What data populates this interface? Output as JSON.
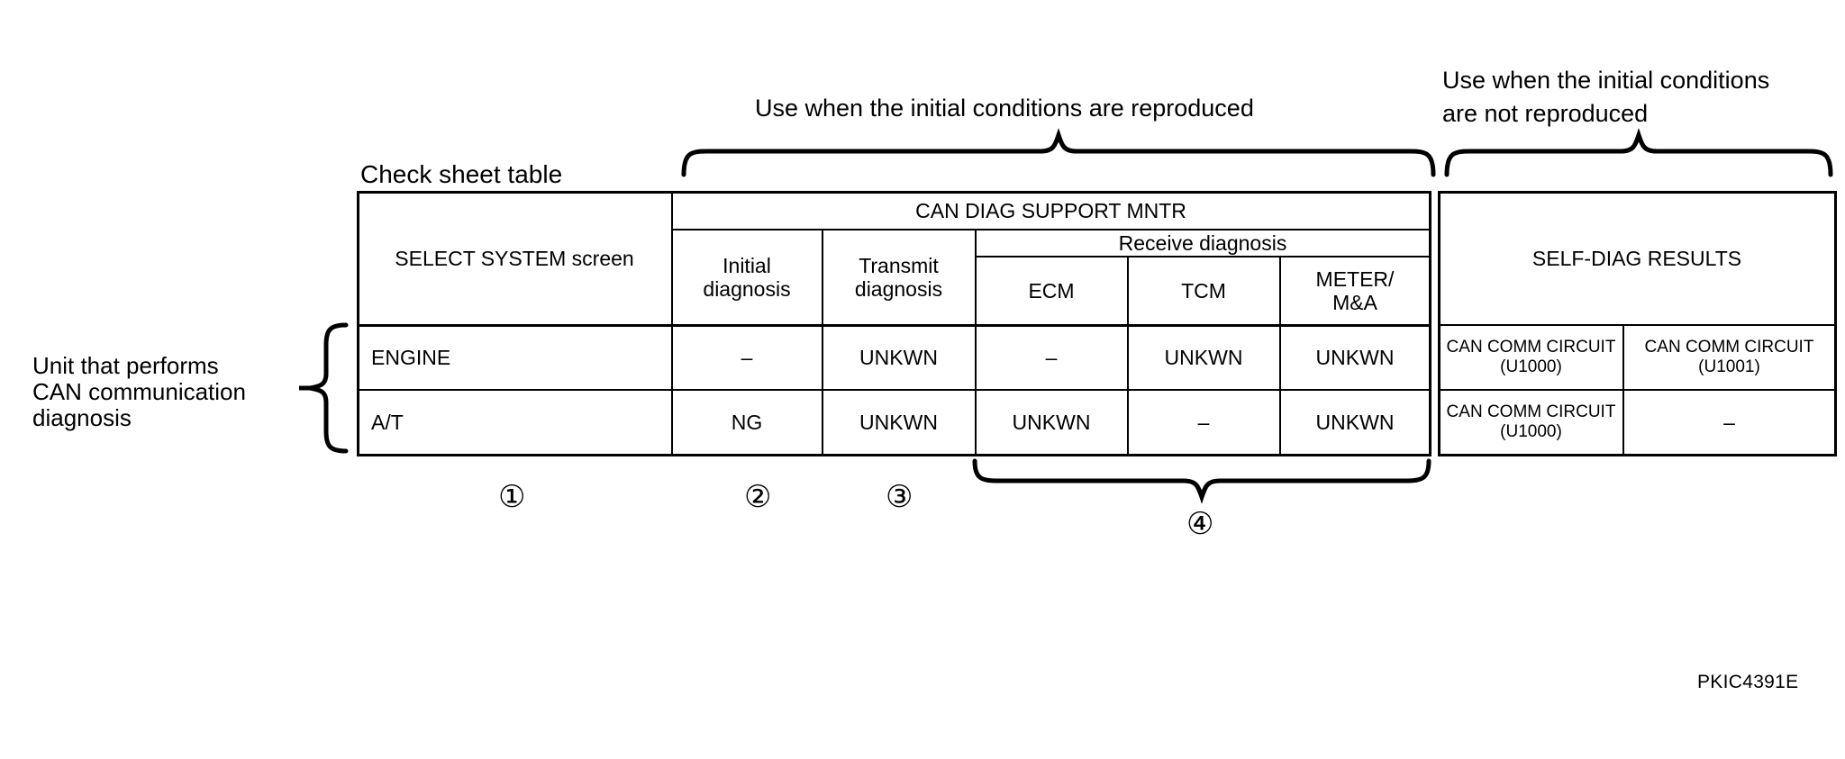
{
  "figure": {
    "caption": "Check sheet table",
    "footer_code": "PKIC4391E",
    "annotations": {
      "top_left_brace": "Use when the initial conditions are reproduced",
      "top_right_brace_line1": "Use when the initial conditions",
      "top_right_brace_line2": "are not reproduced",
      "left_brace_line1": "Unit that performs",
      "left_brace_line2": "CAN communication",
      "left_brace_line3": "diagnosis"
    },
    "callouts": [
      {
        "marker": "①",
        "refers_to": "SELECT SYSTEM screen"
      },
      {
        "marker": "②",
        "refers_to": "Initial diagnosis"
      },
      {
        "marker": "③",
        "refers_to": "Transmit diagnosis"
      },
      {
        "marker": "④",
        "refers_to": "Receive diagnosis"
      }
    ]
  },
  "table": {
    "group_headers": {
      "can_diag_support_mntr": "CAN DIAG SUPPORT MNTR",
      "receive_diagnosis": "Receive diagnosis",
      "self_diag_results": "SELF-DIAG RESULTS"
    },
    "columns": {
      "select_system_screen": "SELECT SYSTEM screen",
      "initial_diagnosis_line1": "Initial",
      "initial_diagnosis_line2": "diagnosis",
      "transmit_diagnosis_line1": "Transmit",
      "transmit_diagnosis_line2": "diagnosis",
      "ecm": "ECM",
      "tcm": "TCM",
      "meter_ma_line1": "METER/",
      "meter_ma_line2": "M&A"
    },
    "rows": [
      {
        "system": "ENGINE",
        "initial_diagnosis": "–",
        "transmit_diagnosis": "UNKWN",
        "receive_ecm": "–",
        "receive_tcm": "UNKWN",
        "receive_meter_ma": "UNKWN",
        "self_diag_1_line1": "CAN COMM CIRCUIT",
        "self_diag_1_line2": "(U1000)",
        "self_diag_2_line1": "CAN COMM CIRCUIT",
        "self_diag_2_line2": "(U1001)"
      },
      {
        "system": "A/T",
        "initial_diagnosis": "NG",
        "transmit_diagnosis": "UNKWN",
        "receive_ecm": "UNKWN",
        "receive_tcm": "–",
        "receive_meter_ma": "UNKWN",
        "self_diag_1_line1": "CAN COMM CIRCUIT",
        "self_diag_1_line2": "(U1000)",
        "self_diag_2_line1": "–",
        "self_diag_2_line2": ""
      }
    ]
  },
  "colors": {
    "ink": "#000000",
    "paper": "#ffffff"
  }
}
